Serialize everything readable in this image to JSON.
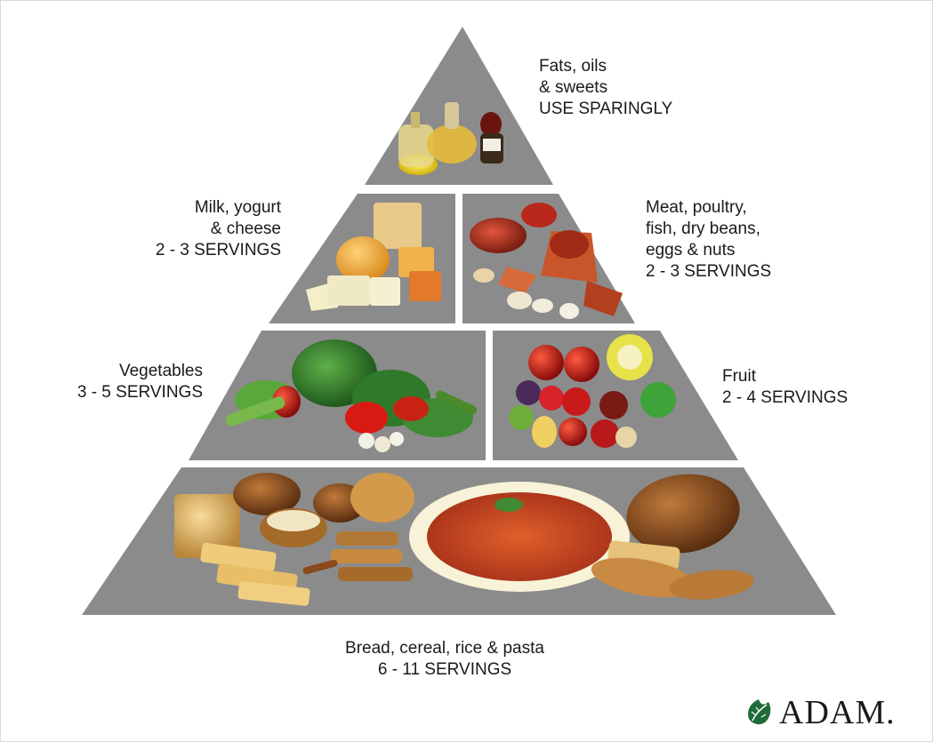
{
  "pyramid": {
    "top": {
      "lines": [
        "Fats, oils",
        "& sweets",
        "USE SPARINGLY"
      ]
    },
    "milk": {
      "lines": [
        "Milk, yogurt",
        "& cheese",
        "2 - 3 SERVINGS"
      ]
    },
    "meat": {
      "lines": [
        "Meat, poultry,",
        "fish, dry beans,",
        "eggs & nuts",
        "2 - 3 SERVINGS"
      ]
    },
    "vegetables": {
      "lines": [
        "Vegetables",
        "3 - 5 SERVINGS"
      ]
    },
    "fruit": {
      "lines": [
        "Fruit",
        "2 - 4 SERVINGS"
      ]
    },
    "grains": {
      "lines": [
        "Bread, cereal, rice & pasta",
        "6 - 11 SERVINGS"
      ]
    }
  },
  "logo": {
    "text": "ADAM."
  },
  "colors": {
    "tier": "#8a8a8a",
    "divider": "#ffffff",
    "logo_leaf": "#1f6b3a"
  }
}
